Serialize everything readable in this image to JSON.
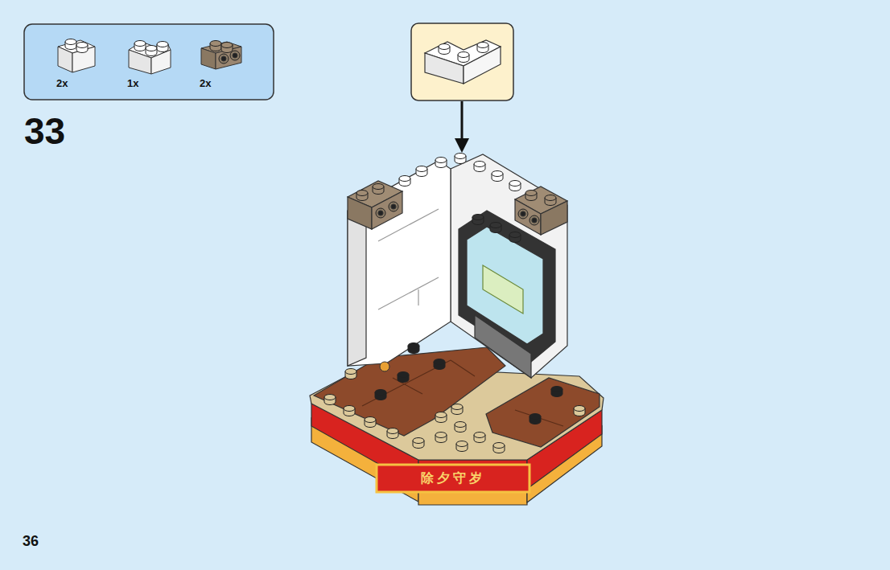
{
  "diagram": {
    "nodes": [
      {
        "text": [
          "2x",
          "1x",
          "2x"
        ]
      }
    ],
    "labels": [
      "33",
      "除夕守岁",
      "36"
    ]
  }
}
